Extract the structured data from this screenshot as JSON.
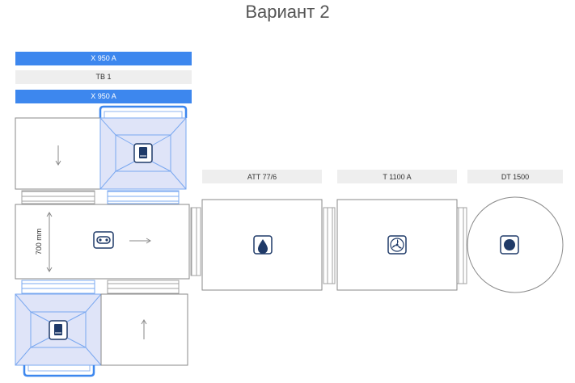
{
  "title": "Вариант 2",
  "labels": {
    "x950_top": "X 950 A",
    "tb1": "TB 1",
    "x950_bottom": "X 950 A",
    "att": "ATT 77/6",
    "t1100": "T 1100 A",
    "dt1500": "DT 1500",
    "dimension": "700 mm"
  },
  "icons": {
    "station_top": "washer-icon",
    "station_bottom": "washer-icon",
    "conveyor_main": "rollers-icon",
    "att_station": "water-drop-icon",
    "dryer_station": "fan-icon",
    "turntable": "disc-icon"
  },
  "colors": {
    "accent_blue": "#3d87ee",
    "light_blue_fill": "#dfe4f8",
    "outline": "#8a8a8a",
    "icon_navy": "#1f3a68",
    "label_gray": "#eeeeee"
  }
}
